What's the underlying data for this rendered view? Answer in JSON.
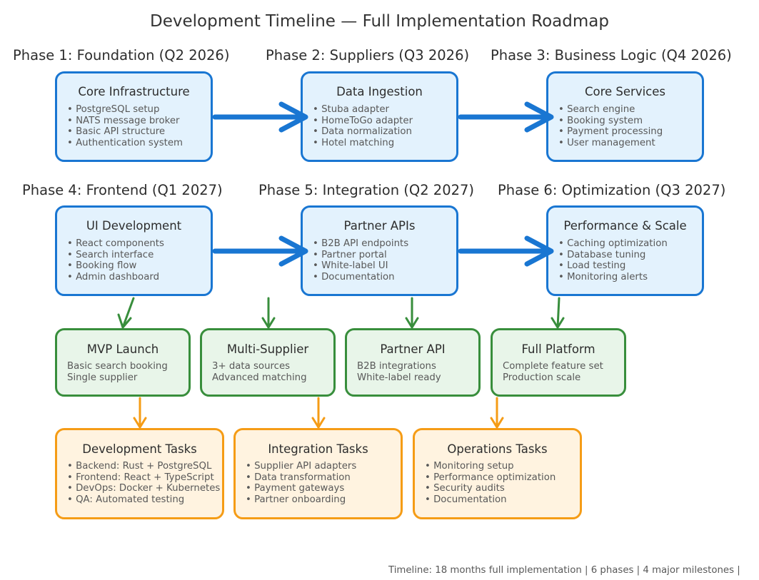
{
  "title": "Development Timeline — Full Implementation Roadmap",
  "colors": {
    "phase_fill": "#e3f2fd",
    "phase_border": "#1976d2",
    "milestone_fill": "#e8f5e9",
    "milestone_border": "#388e3c",
    "task_fill": "#fff3e0",
    "task_border": "#f59c16"
  },
  "phases": [
    {
      "label": "Phase 1: Foundation (Q2 2026)",
      "box": {
        "title": "Core Infrastructure",
        "items": [
          "• PostgreSQL setup",
          "• NATS message broker",
          "• Basic API structure",
          "• Authentication system"
        ]
      }
    },
    {
      "label": "Phase 2: Suppliers (Q3 2026)",
      "box": {
        "title": "Data Ingestion",
        "items": [
          "• Stuba adapter",
          "• HomeToGo adapter",
          "• Data normalization",
          "• Hotel matching"
        ]
      }
    },
    {
      "label": "Phase 3: Business Logic (Q4 2026)",
      "box": {
        "title": "Core Services",
        "items": [
          "• Search engine",
          "• Booking system",
          "• Payment processing",
          "• User management"
        ]
      }
    },
    {
      "label": "Phase 4: Frontend (Q1 2027)",
      "box": {
        "title": "UI Development",
        "items": [
          "• React components",
          "• Search interface",
          "• Booking flow",
          "• Admin dashboard"
        ]
      }
    },
    {
      "label": "Phase 5: Integration (Q2 2027)",
      "box": {
        "title": "Partner APIs",
        "items": [
          "• B2B API endpoints",
          "• Partner portal",
          "• White-label UI",
          "• Documentation"
        ]
      }
    },
    {
      "label": "Phase 6: Optimization (Q3 2027)",
      "box": {
        "title": "Performance & Scale",
        "items": [
          "• Caching optimization",
          "• Database tuning",
          "• Load testing",
          "• Monitoring alerts"
        ]
      }
    }
  ],
  "milestones": [
    {
      "title": "MVP Launch",
      "items": [
        "Basic search booking",
        "Single supplier"
      ]
    },
    {
      "title": "Multi-Supplier",
      "items": [
        "3+ data sources",
        "Advanced matching"
      ]
    },
    {
      "title": "Partner API",
      "items": [
        "B2B integrations",
        "White-label ready"
      ]
    },
    {
      "title": "Full Platform",
      "items": [
        "Complete feature set",
        "Production scale"
      ]
    }
  ],
  "tasks": [
    {
      "title": "Development Tasks",
      "items": [
        "• Backend: Rust + PostgreSQL",
        "• Frontend: React + TypeScript",
        "• DevOps: Docker + Kubernetes",
        "• QA: Automated testing"
      ]
    },
    {
      "title": "Integration Tasks",
      "items": [
        "• Supplier API adapters",
        "• Data transformation",
        "• Payment gateways",
        "• Partner onboarding"
      ]
    },
    {
      "title": "Operations Tasks",
      "items": [
        "• Monitoring setup",
        "• Performance optimization",
        "• Security audits",
        "• Documentation"
      ]
    }
  ],
  "footer": "Timeline: 18 months full implementation | 6 phases | 4 major milestones |"
}
